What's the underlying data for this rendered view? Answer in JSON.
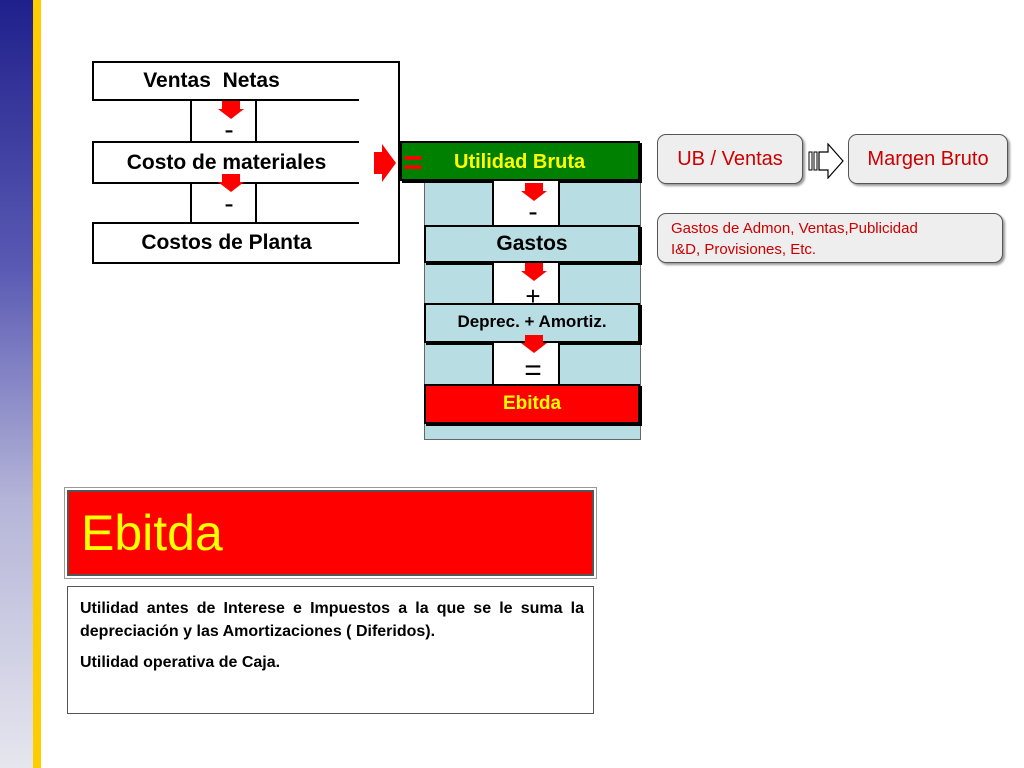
{
  "left_block": {
    "ventas_netas": "Ventas  Netas",
    "costo_materiales": "Costo de materiales",
    "costos_planta": "Costos de Planta",
    "minus_1": "-",
    "minus_2": "-"
  },
  "center_block": {
    "equals_left": "=",
    "utilidad_bruta": "Utilidad Bruta",
    "minus": "-",
    "gastos": "Gastos",
    "plus": "+",
    "deprec_amortiz": "Deprec. + Amortiz.",
    "equals": "=",
    "ebitda": "Ebitda"
  },
  "right_block": {
    "ub_ventas": "UB / Ventas",
    "margen_bruto": "Margen Bruto",
    "gastos_note_line1": "Gastos de Admon, Ventas,Publicidad",
    "gastos_note_line2": "I&D, Provisiones, Etc."
  },
  "banner": {
    "title": "Ebitda"
  },
  "definition": {
    "paragraph1": "Utilidad antes de Interese e Impuestos a la que se le suma la depreciación  y las Amortizaciones ( Diferidos).",
    "paragraph2": "Utilidad  operativa de Caja."
  },
  "colors": {
    "accent_red": "#ff0000",
    "green": "#008000",
    "light_blue": "#b8dde3",
    "yellow_text": "#ffff00",
    "side_stripe": "#ffcc00",
    "side_bar": "#20208c"
  },
  "icons": {
    "down_arrow": "red-down-arrow-icon",
    "right_arrow": "red-right-arrow-icon",
    "outline_arrow": "outline-right-arrow-icon"
  }
}
